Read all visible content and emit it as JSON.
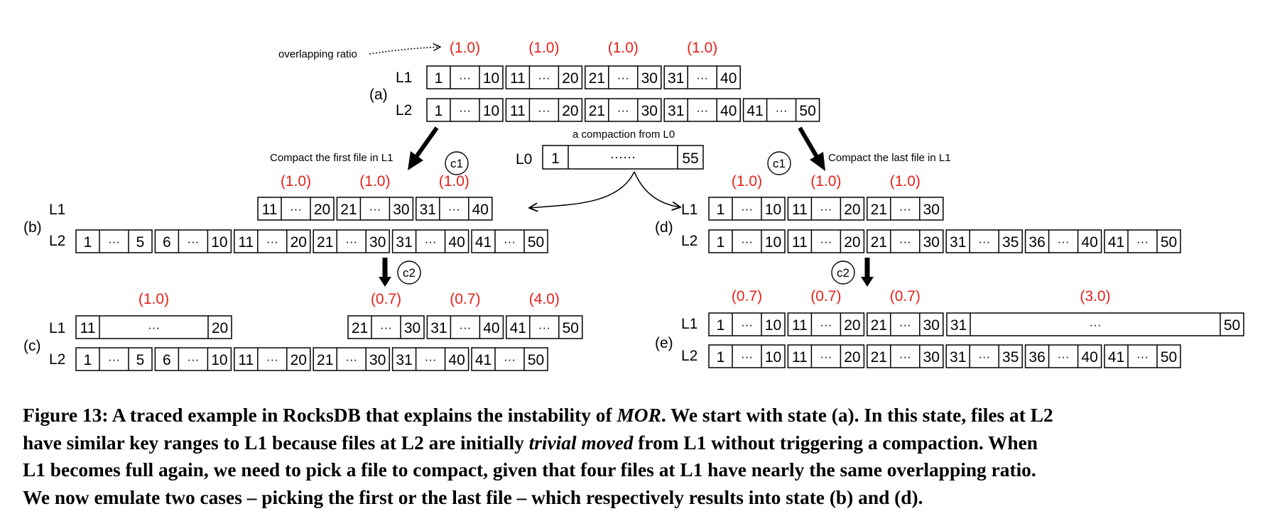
{
  "diagram": {
    "labels": {
      "overlapping_ratio": "overlapping ratio",
      "a": "(a)",
      "b": "(b)",
      "c": "(c)",
      "d": "(d)",
      "e": "(e)",
      "L0": "L0",
      "L1": "L1",
      "L2": "L2",
      "a_compaction_from_L0": "a compaction from L0",
      "compact_first": "Compact the first file in L1",
      "compact_last": "Compact the last file in L1",
      "c1": "c1",
      "c2": "c2",
      "ellipsis": "···",
      "l0_ellipsis": "······"
    },
    "states": {
      "a": {
        "ratios": [
          "(1.0)",
          "(1.0)",
          "(1.0)",
          "(1.0)"
        ],
        "L1": [
          [
            "1",
            "10"
          ],
          [
            "11",
            "20"
          ],
          [
            "21",
            "30"
          ],
          [
            "31",
            "40"
          ]
        ],
        "L2": [
          [
            "1",
            "10"
          ],
          [
            "11",
            "20"
          ],
          [
            "21",
            "30"
          ],
          [
            "31",
            "40"
          ],
          [
            "41",
            "50"
          ]
        ]
      },
      "L0": [
        "1",
        "55"
      ],
      "b": {
        "ratios": [
          "(1.0)",
          "(1.0)",
          "(1.0)"
        ],
        "L1": [
          [
            "11",
            "20"
          ],
          [
            "21",
            "30"
          ],
          [
            "31",
            "40"
          ]
        ],
        "L2": [
          [
            "1",
            "5"
          ],
          [
            "6",
            "10"
          ],
          [
            "11",
            "20"
          ],
          [
            "21",
            "30"
          ],
          [
            "31",
            "40"
          ],
          [
            "41",
            "50"
          ]
        ]
      },
      "c": {
        "ratios": [
          "(1.0)",
          "(0.7)",
          "(0.7)",
          "(4.0)"
        ],
        "L1": [
          [
            "11",
            "20"
          ],
          [
            "21",
            "30"
          ],
          [
            "31",
            "40"
          ],
          [
            "41",
            "50"
          ]
        ],
        "L2": [
          [
            "1",
            "5"
          ],
          [
            "6",
            "10"
          ],
          [
            "11",
            "20"
          ],
          [
            "21",
            "30"
          ],
          [
            "31",
            "40"
          ],
          [
            "41",
            "50"
          ]
        ]
      },
      "d": {
        "ratios": [
          "(1.0)",
          "(1.0)",
          "(1.0)"
        ],
        "L1": [
          [
            "1",
            "10"
          ],
          [
            "11",
            "20"
          ],
          [
            "21",
            "30"
          ]
        ],
        "L2": [
          [
            "1",
            "10"
          ],
          [
            "11",
            "20"
          ],
          [
            "21",
            "30"
          ],
          [
            "31",
            "35"
          ],
          [
            "36",
            "40"
          ],
          [
            "41",
            "50"
          ]
        ]
      },
      "e": {
        "ratios": [
          "(0.7)",
          "(0.7)",
          "(0.7)",
          "(3.0)"
        ],
        "L1": [
          [
            "1",
            "10"
          ],
          [
            "11",
            "20"
          ],
          [
            "21",
            "30"
          ],
          [
            "31",
            "50"
          ]
        ],
        "L2": [
          [
            "1",
            "10"
          ],
          [
            "11",
            "20"
          ],
          [
            "21",
            "30"
          ],
          [
            "31",
            "35"
          ],
          [
            "36",
            "40"
          ],
          [
            "41",
            "50"
          ]
        ]
      }
    },
    "colors": {
      "ratio": "#e8201c",
      "stroke": "#000000"
    }
  },
  "caption": {
    "line1_a": "Figure 13: A traced example in RocksDB that explains the instability of ",
    "line1_em": "MOR",
    "line1_b": ". We start with state (a). In this state, files at L2",
    "line2_a": "have similar key ranges to L1 because files at L2 are initially ",
    "line2_em": "trivial moved",
    "line2_b": " from L1 without triggering a compaction. When",
    "line3": "L1 becomes full again, we need to pick a file to compact, given that four files at L1 have nearly the same overlapping ratio.",
    "line4": "We now emulate two cases – picking the first or the last file – which respectively results into state (b) and (d)."
  }
}
